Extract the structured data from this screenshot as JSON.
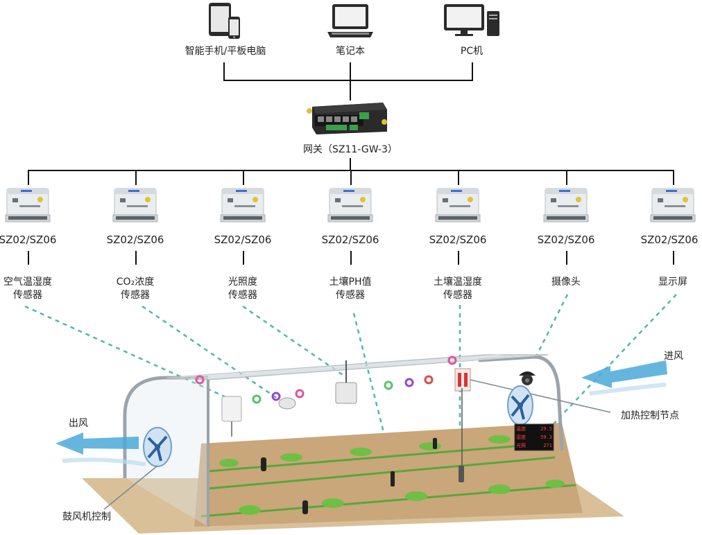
{
  "top_devices": [
    {
      "label": "智能手机/平板电脑",
      "icon": "tablet-phone-icon"
    },
    {
      "label": "笔记本",
      "icon": "laptop-icon"
    },
    {
      "label": "PC机",
      "icon": "desktop-pc-icon"
    }
  ],
  "gateway": {
    "label": "网关（SZ11-GW-3）",
    "icon": "gateway-router-icon"
  },
  "nodes": [
    {
      "model": "SZ02/SZ06",
      "sensor_line1": "空气温湿度",
      "sensor_line2": "传感器"
    },
    {
      "model": "SZ02/SZ06",
      "sensor_line1": "CO₂浓度",
      "sensor_line2": "传感器"
    },
    {
      "model": "SZ02/SZ06",
      "sensor_line1": "光照度",
      "sensor_line2": "传感器"
    },
    {
      "model": "SZ02/SZ06",
      "sensor_line1": "土壤PH值",
      "sensor_line2": "传感器"
    },
    {
      "model": "SZ02/SZ06",
      "sensor_line1": "土壤温湿度",
      "sensor_line2": "传感器"
    },
    {
      "model": "SZ02/SZ06",
      "sensor_line1": "摄像头",
      "sensor_line2": ""
    },
    {
      "model": "SZ02/SZ06",
      "sensor_line1": "显示屏",
      "sensor_line2": ""
    }
  ],
  "greenhouse": {
    "inlet_label": "进风",
    "outlet_label": "出风",
    "heating_label": "加热控制节点",
    "blower_label": "鼓风机控制",
    "display_rows": [
      {
        "name": "温度",
        "value": "29.5"
      },
      {
        "name": "湿度",
        "value": "59.3"
      },
      {
        "name": "光照",
        "value": "271"
      }
    ]
  },
  "colors": {
    "line": "#111111",
    "dash": "#4fb8a8",
    "wind": "#4aa9d8",
    "soil": "#c9a77a",
    "plant": "#5aa53c"
  }
}
